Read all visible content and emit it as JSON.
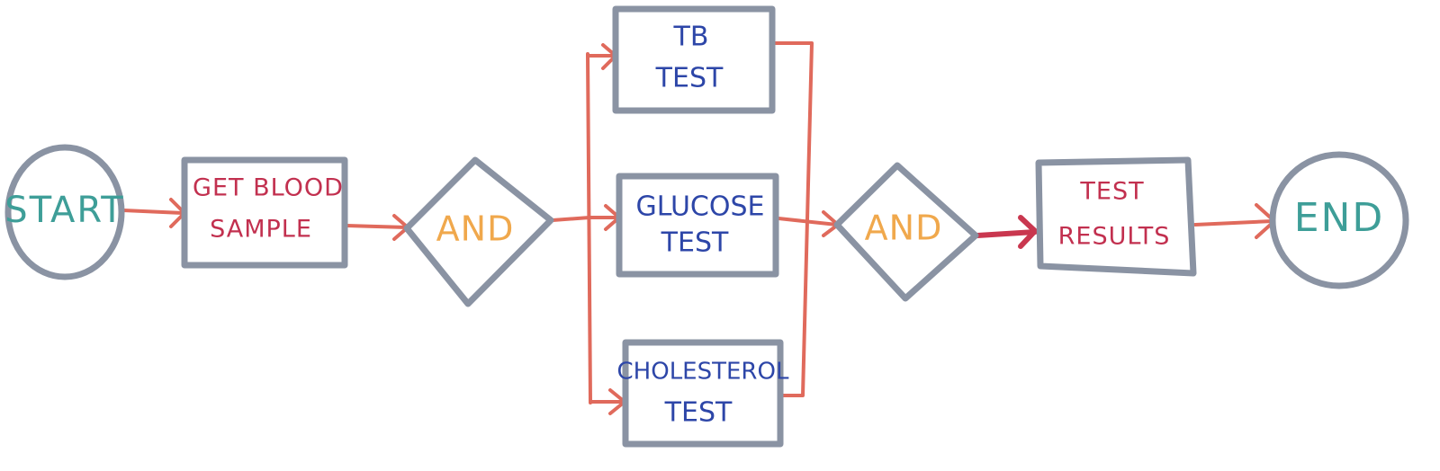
{
  "nodes": {
    "start": {
      "label": "START"
    },
    "get_blood_sample": {
      "line1": "GET BLOOD",
      "line2": "SAMPLE"
    },
    "split_gateway": {
      "label": "AND"
    },
    "tb_test": {
      "line1": "TB",
      "line2": "TEST"
    },
    "glucose_test": {
      "line1": "GLUCOSE",
      "line2": "TEST"
    },
    "cholesterol_test": {
      "line1": "CHOLESTEROL",
      "line2": "TEST"
    },
    "join_gateway": {
      "label": "AND"
    },
    "test_results": {
      "line1": "TEST",
      "line2": "RESULTS"
    },
    "end": {
      "label": "END"
    }
  },
  "colors": {
    "shape_stroke": "#8a93a3",
    "flow_arrow": "#e06a5c",
    "flow_arrow_strong": "#c9374f",
    "terminal_text": "#3e9e98",
    "task_text": "#c2304f",
    "test_text": "#2d46a8",
    "gateway_text": "#f0a84c"
  }
}
